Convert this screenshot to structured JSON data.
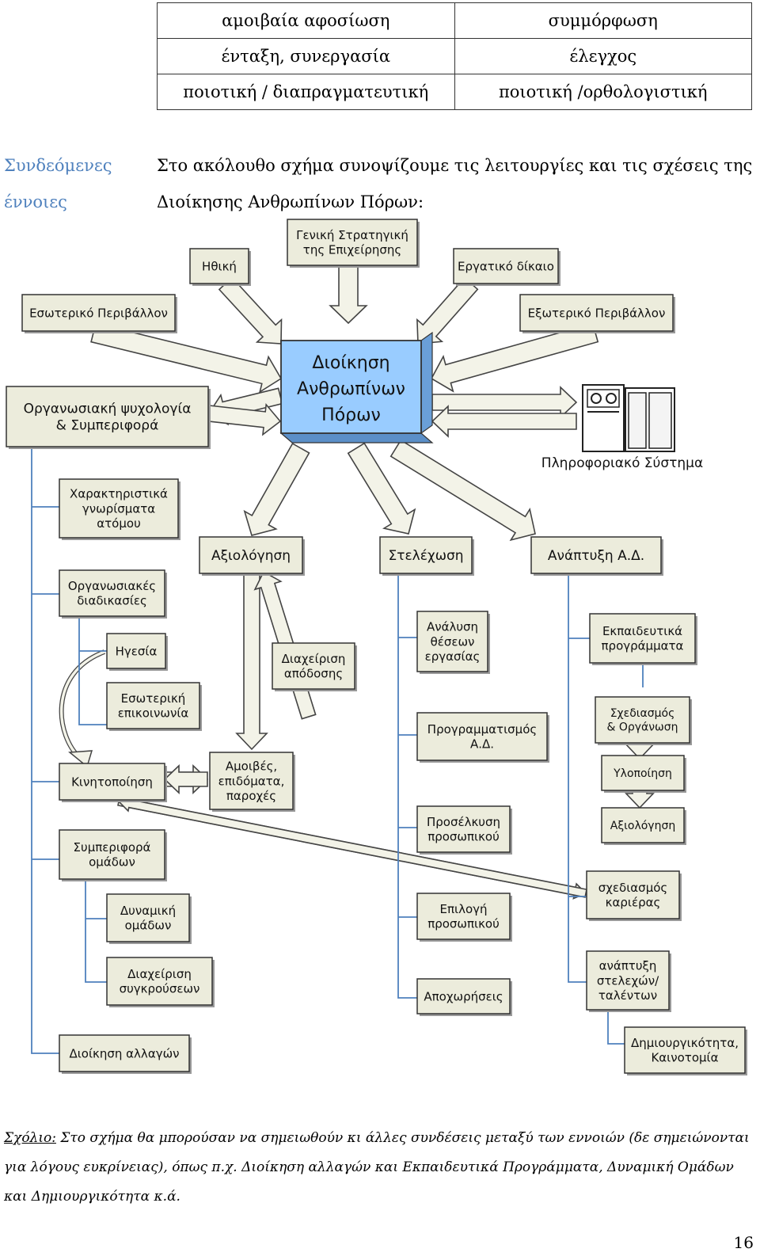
{
  "table": {
    "rows": [
      [
        "αμοιβαία αφοσίωση",
        "συμμόρφωση"
      ],
      [
        "ένταξη, συνεργασία",
        "έλεγχος"
      ],
      [
        "ποιοτική / διαπραγματευτική",
        "ποιοτική /ορθολογιστική"
      ]
    ]
  },
  "margin_note": [
    "Συνδεόμενες",
    "έννοιες"
  ],
  "intro": "Στο ακόλουθο σχήμα συνοψίζουμε τις λειτουργίες και τις σχέσεις της Διοίκησης Ανθρωπίνων Πόρων:",
  "diagram": {
    "center": [
      "Διοίκηση",
      "Ανθρωπίνων",
      "Πόρων"
    ],
    "nodes": {
      "ethics": [
        "Ηθική"
      ],
      "strategy": [
        "Γενική Στρατηγική",
        "της Επιχείρησης"
      ],
      "labor_law": [
        "Εργατικό δίκαιο"
      ],
      "internal_env": [
        "Εσωτερικό Περιβάλλον"
      ],
      "external_env": [
        "Εξωτερικό Περιβάλλον"
      ],
      "org_psych": [
        "Οργανωσιακή ψυχολογία",
        "& Συμπεριφορά"
      ],
      "info_system": [
        "Πληροφοριακό Σύστημα"
      ],
      "traits": [
        "Χαρακτηριστικά",
        "γνωρίσματα",
        "ατόμου"
      ],
      "org_processes": [
        "Οργανωσιακές",
        "διαδικασίες"
      ],
      "leadership": [
        "Ηγεσία"
      ],
      "internal_comm": [
        "Εσωτερική",
        "επικοινωνία"
      ],
      "motivation": [
        "Κινητοποίηση"
      ],
      "group_behavior": [
        "Συμπεριφορά",
        "ομάδων"
      ],
      "group_dynamics": [
        "Δυναμική",
        "ομάδων"
      ],
      "conflict_mgmt": [
        "Διαχείριση",
        "συγκρούσεων"
      ],
      "change_mgmt": [
        "Διοίκηση αλλαγών"
      ],
      "evaluation": [
        "Αξιολόγηση"
      ],
      "perf_mgmt": [
        "Διαχείριση",
        "απόδοσης"
      ],
      "rewards": [
        "Αμοιβές,",
        "επιδόματα,",
        "παροχές"
      ],
      "staffing": [
        "Στελέχωση"
      ],
      "job_analysis": [
        "Ανάλυση",
        "θέσεων",
        "εργασίας"
      ],
      "hr_planning": [
        "Προγραμματισμός",
        "Α.Δ."
      ],
      "recruitment": [
        "Προσέλκυση",
        "προσωπικού"
      ],
      "selection": [
        "Επιλογή",
        "προσωπικού"
      ],
      "separations": [
        "Αποχωρήσεις"
      ],
      "hr_development": [
        "Ανάπτυξη Α.Δ."
      ],
      "training": [
        "Εκπαιδευτικά",
        "προγράμματα"
      ],
      "design_org": [
        "Σχεδιασμός",
        "& Οργάνωση"
      ],
      "implementation": [
        "Υλοποίηση"
      ],
      "dev_evaluation": [
        "Αξιολόγηση"
      ],
      "career": [
        "σχεδιασμός",
        "καριέρας"
      ],
      "talent": [
        "ανάπτυξη",
        "στελεχών/",
        "ταλέντων"
      ],
      "creativity": [
        "Δημιουργικότητα,",
        "Καινοτομία"
      ]
    }
  },
  "note": {
    "label": "Σχόλιο:",
    "text": " Στο σχήμα θα μπορούσαν να σημειωθούν κι άλλες συνδέσεις μεταξύ των εννοιών (δε σημειώνονται για λόγους ευκρίνειας), όπως π.χ. Διοίκηση αλλαγών και Εκπαιδευτικά Προγράμματα, Δυναμική Ομάδων και Δημιουργικότητα κ.ά."
  },
  "page_number": "16",
  "colors": {
    "box_fill": "#ececdc",
    "box_border": "#333333",
    "center_fill": "#99ccff",
    "line_blue": "#4f81bd",
    "arrow_fill": "#f3f3e8"
  }
}
